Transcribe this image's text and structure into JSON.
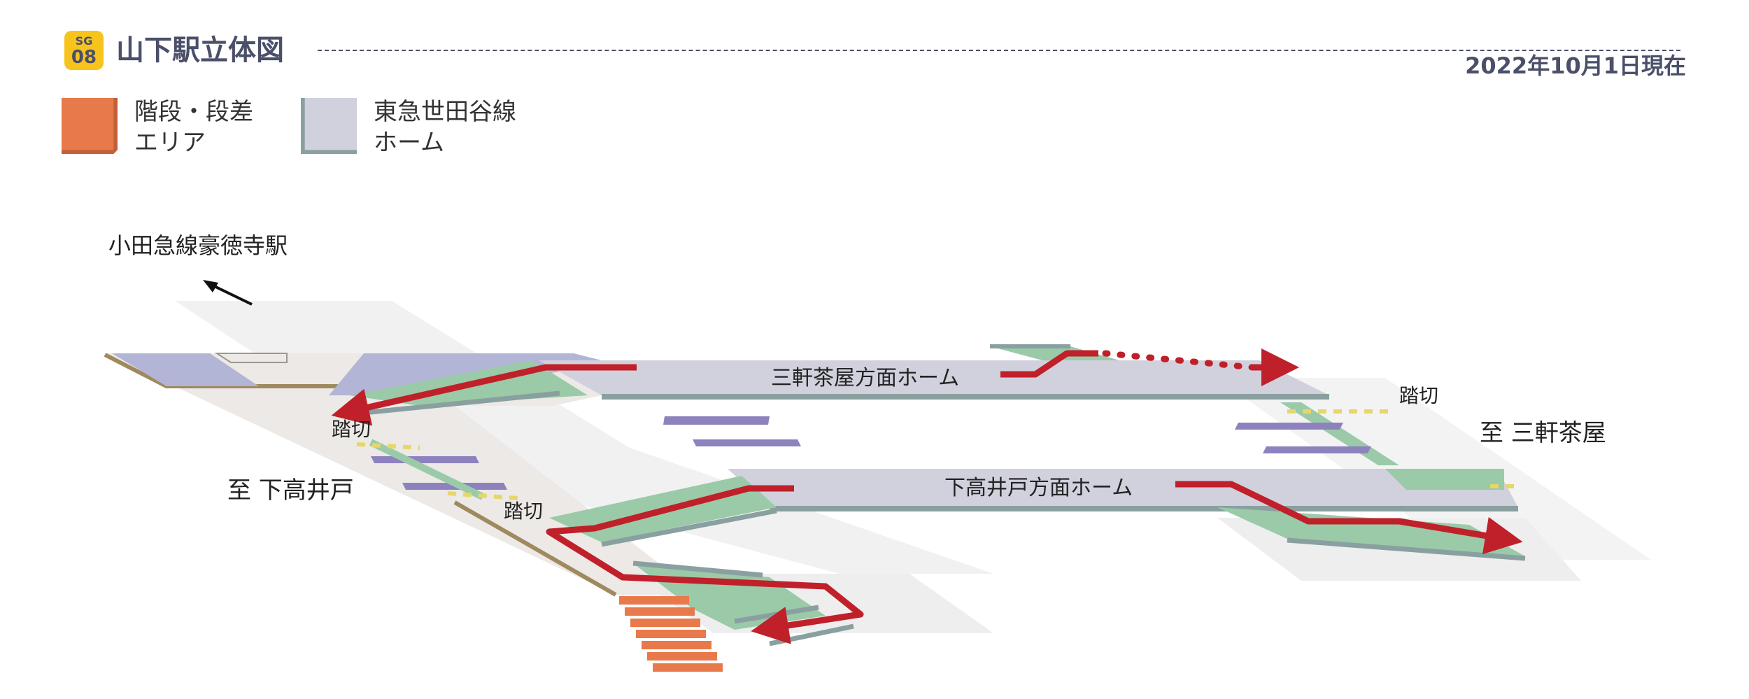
{
  "header": {
    "line_code": "SG",
    "station_number": "08",
    "title": "山下駅立体図",
    "as_of": "2022年10月1日現在"
  },
  "legend": [
    {
      "label": "階段・段差\nエリア",
      "color": "#e8794a"
    },
    {
      "label": "東急世田谷線\nホーム",
      "color": "#d0d1dd"
    }
  ],
  "diagram": {
    "transfer_station": "小田急線豪徳寺駅",
    "platform_sangenjaya": "三軒茶屋方面ホーム",
    "platform_shimotakaido": "下高井戸方面ホーム",
    "crossing_labels": [
      "踏切",
      "踏切",
      "踏切"
    ],
    "direction_shimotakaido": "至 下高井戸",
    "direction_sangenjaya": "至 三軒茶屋"
  },
  "colors": {
    "route": "#c0202a",
    "platform": "#d0d1dd",
    "platform_edge": "#8aa0a0",
    "ramp": "#9acaa8",
    "stairs": "#e8794a",
    "crossing_bars": "#8e82be",
    "odakyu_platform": "#b3b5d6",
    "badge": "#f6c41c",
    "text_dark": "#4a4f6a"
  }
}
